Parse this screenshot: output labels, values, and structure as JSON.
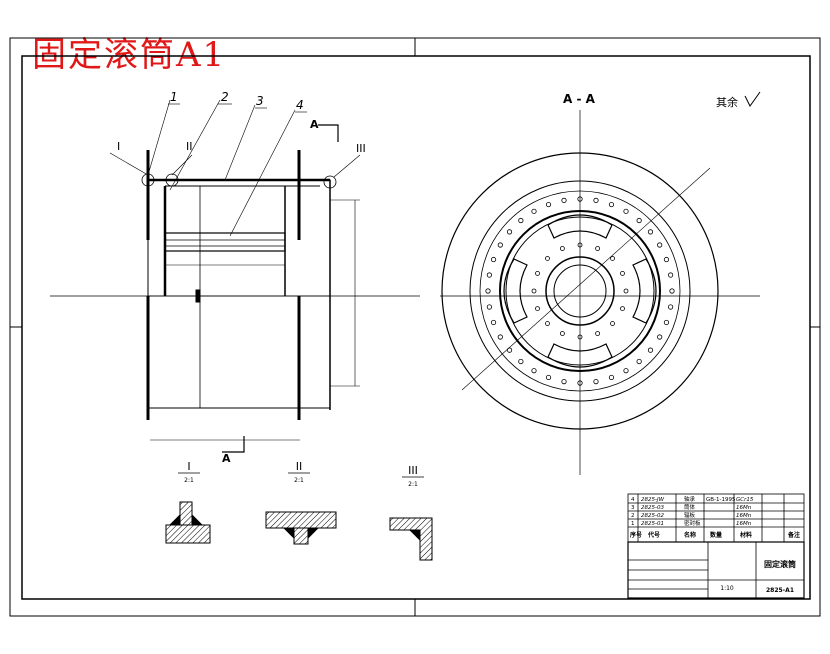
{
  "title": "固定滚筒A1",
  "section_label": "A - A",
  "section_marker": "A",
  "roughness_note": "其余",
  "part_callouts": [
    "1",
    "2",
    "3",
    "4"
  ],
  "detail_markers": [
    "I",
    "II",
    "III"
  ],
  "detail_scales": [
    "2:1",
    "2:1",
    "2:1"
  ],
  "parts_list": [
    {
      "no": "4",
      "code": "2825-JW",
      "name": "轴承",
      "spec": "GB-1-1995",
      "material": "GCr15"
    },
    {
      "no": "3",
      "code": "2825-03",
      "name": "筒体",
      "spec": "",
      "material": "16Mn"
    },
    {
      "no": "2",
      "code": "2825-02",
      "name": "辐板",
      "spec": "",
      "material": "16Mn"
    },
    {
      "no": "1",
      "code": "2825-01",
      "name": "密封板",
      "spec": "",
      "material": "16Mn"
    }
  ],
  "parts_header": {
    "no": "序号",
    "code": "代号",
    "name": "名称",
    "qty": "数量",
    "material": "材料",
    "note": "备注"
  },
  "title_block": {
    "name": "固定滚筒",
    "scale": "1:10",
    "code": "2825-A1"
  }
}
